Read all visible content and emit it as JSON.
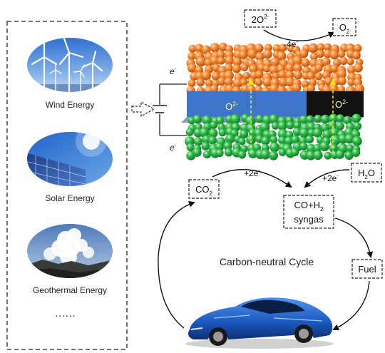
{
  "energy_sources": {
    "wind": "Wind Energy",
    "solar": "Solar Energy",
    "geothermal": "Geothermal Energy",
    "more": "......"
  },
  "electrons": {
    "top": "e",
    "bottom": "e",
    "sup": "-"
  },
  "electrode": {
    "ion_base": "O",
    "ion_sup": "2-"
  },
  "oxygen_reaction": {
    "reactant_base": "2O",
    "reactant_sup": "2-",
    "arrow_label_base": "-4e",
    "arrow_label_sup": "-",
    "product_base": "O",
    "product_sub": "2"
  },
  "reduction": {
    "co2_base": "CO",
    "co2_sub": "2",
    "co2_arrow_label": "+2e",
    "h2o_base": "H",
    "h2o_sub": "2",
    "h2o_tail": "O",
    "h2o_arrow_label": "+2e",
    "label_sup": "-"
  },
  "syngas": {
    "line1_base": "CO+H",
    "line1_sub": "2",
    "line2": "syngas"
  },
  "fuel": "Fuel",
  "cycle_title": "Carbon-neutral Cycle",
  "colors": {
    "orange_particle": "#F07A26",
    "green_particle": "#2FB24A",
    "electrolyte_blue": "#3E74C9",
    "electrolyte_dark": "#111111",
    "ion_arrow": "#F2E21A",
    "car_blue": "#1E5FC2"
  },
  "icons": [
    "wind-turbine-icon",
    "solar-panel-icon",
    "geothermal-steam-icon",
    "sports-car-icon",
    "power-source-icon"
  ]
}
